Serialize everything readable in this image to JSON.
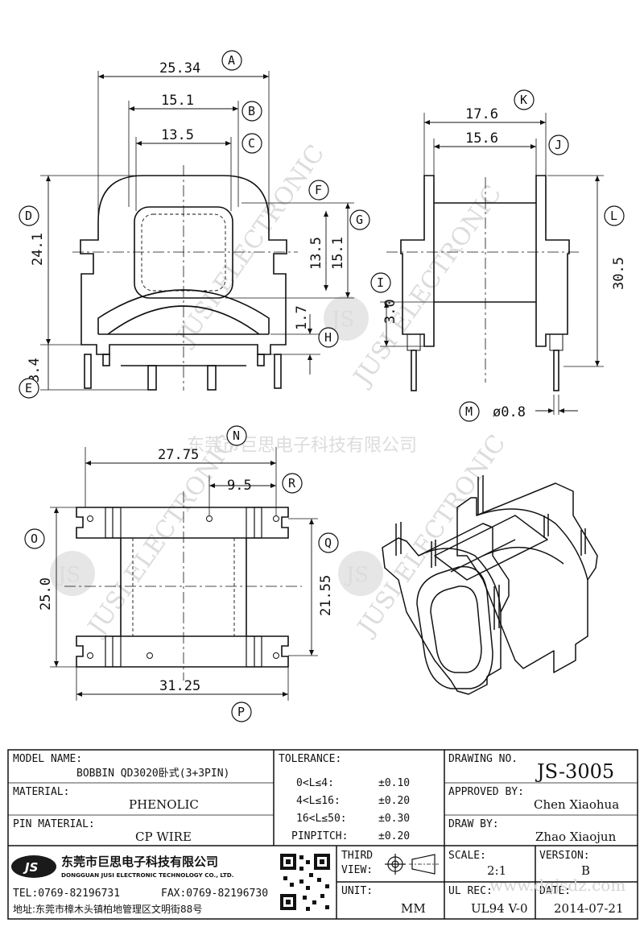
{
  "watermark": {
    "company_cn": "东莞市巨思电子科技有限公司",
    "brand": "JUSI ELECTRONIC",
    "logo": "JS",
    "site": "www.dgjsdz.com"
  },
  "views": {
    "front": {
      "dims": {
        "a": "25.34",
        "b": "15.1",
        "c": "13.5",
        "d": "24.1",
        "e": "3.4",
        "g1": "13.5",
        "g2": "15.1",
        "h": "1.7"
      },
      "labels": {
        "a": "A",
        "b": "B",
        "c": "C",
        "d": "D",
        "e": "E",
        "f": "F",
        "g": "G",
        "h": "H"
      }
    },
    "side": {
      "dims": {
        "k": "17.6",
        "j": "15.6",
        "l": "30.5",
        "i": "3.0",
        "m": "ø0.8"
      },
      "labels": {
        "k": "K",
        "j": "J",
        "l": "L",
        "i": "I",
        "m": "M"
      }
    },
    "bottom": {
      "dims": {
        "n": "27.75",
        "r": "9.5",
        "o": "25.0",
        "q": "21.55",
        "p": "31.25"
      },
      "labels": {
        "n": "N",
        "r": "R",
        "o": "O",
        "q": "Q",
        "p": "P"
      }
    }
  },
  "title_block": {
    "model_name_label": "MODEL NAME:",
    "model_name_value": "BOBBIN QD3020卧式(3+3PIN)",
    "material_label": "MATERIAL:",
    "material_value": "PHENOLIC",
    "pin_material_label": "PIN MATERIAL:",
    "pin_material_value": "CP WIRE",
    "tolerance_label": "TOLERANCE:",
    "tolerances": [
      {
        "range": "0<L≤4:",
        "value": "±0.10"
      },
      {
        "range": "4<L≤16:",
        "value": "±0.20"
      },
      {
        "range": "16<L≤50:",
        "value": "±0.30"
      },
      {
        "range": "PINPITCH:",
        "value": "±0.20"
      }
    ],
    "drawing_no_label": "DRAWING NO.",
    "drawing_no_value": "JS-3005",
    "approved_by_label": "APPROVED BY:",
    "approved_by_value": "Chen Xiaohua",
    "draw_by_label": "DRAW BY:",
    "draw_by_value": "Zhao Xiaojun",
    "third_view_label_1": "THIRD",
    "third_view_label_2": "VIEW:",
    "unit_label": "UNIT:",
    "unit_value": "MM",
    "scale_label": "SCALE:",
    "scale_value": "2:1",
    "version_label": "VERSION:",
    "version_value": "B",
    "ul_rec_label": "UL REC:",
    "ul_rec_value": "UL94 V-0",
    "date_label": "DATE:",
    "date_value": "2014-07-21"
  },
  "company": {
    "logo": "JS",
    "name_cn": "东莞市巨思电子科技有限公司",
    "name_en": "DONGGUAN JUSI ELECTRONIC TECHNOLOGY CO., LTD.",
    "tel": "TEL:0769-82196731",
    "fax": "FAX:0769-82196730",
    "address": "地址:东莞市樟木头镇柏地管理区文明街88号"
  }
}
